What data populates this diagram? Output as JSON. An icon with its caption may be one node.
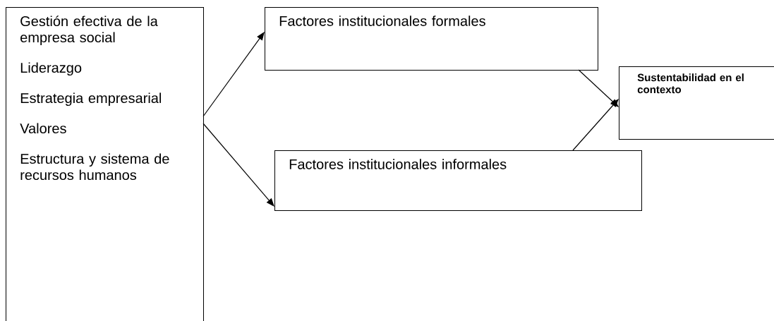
{
  "diagram": {
    "nodes": [
      {
        "text": [
          "Gestión efectiva de la empresa social",
          "Liderazgo",
          "Estrategia empresarial",
          "Valores",
          "Estructura y sistema de recursos humanos"
        ]
      },
      {
        "text": [
          "Factores institucionales formales"
        ]
      },
      {
        "text": [
          "Factores institucionales informales"
        ]
      },
      {
        "text": [
          "Sustentabilidad en el contexto"
        ]
      }
    ],
    "edges": [
      {
        "from": 0,
        "to": 1,
        "arrow": "to"
      },
      {
        "from": 0,
        "to": 2,
        "arrow": "to"
      },
      {
        "from": 1,
        "to": 3,
        "arrow": "to"
      },
      {
        "from": 2,
        "to": 3,
        "arrow": "to"
      }
    ]
  }
}
